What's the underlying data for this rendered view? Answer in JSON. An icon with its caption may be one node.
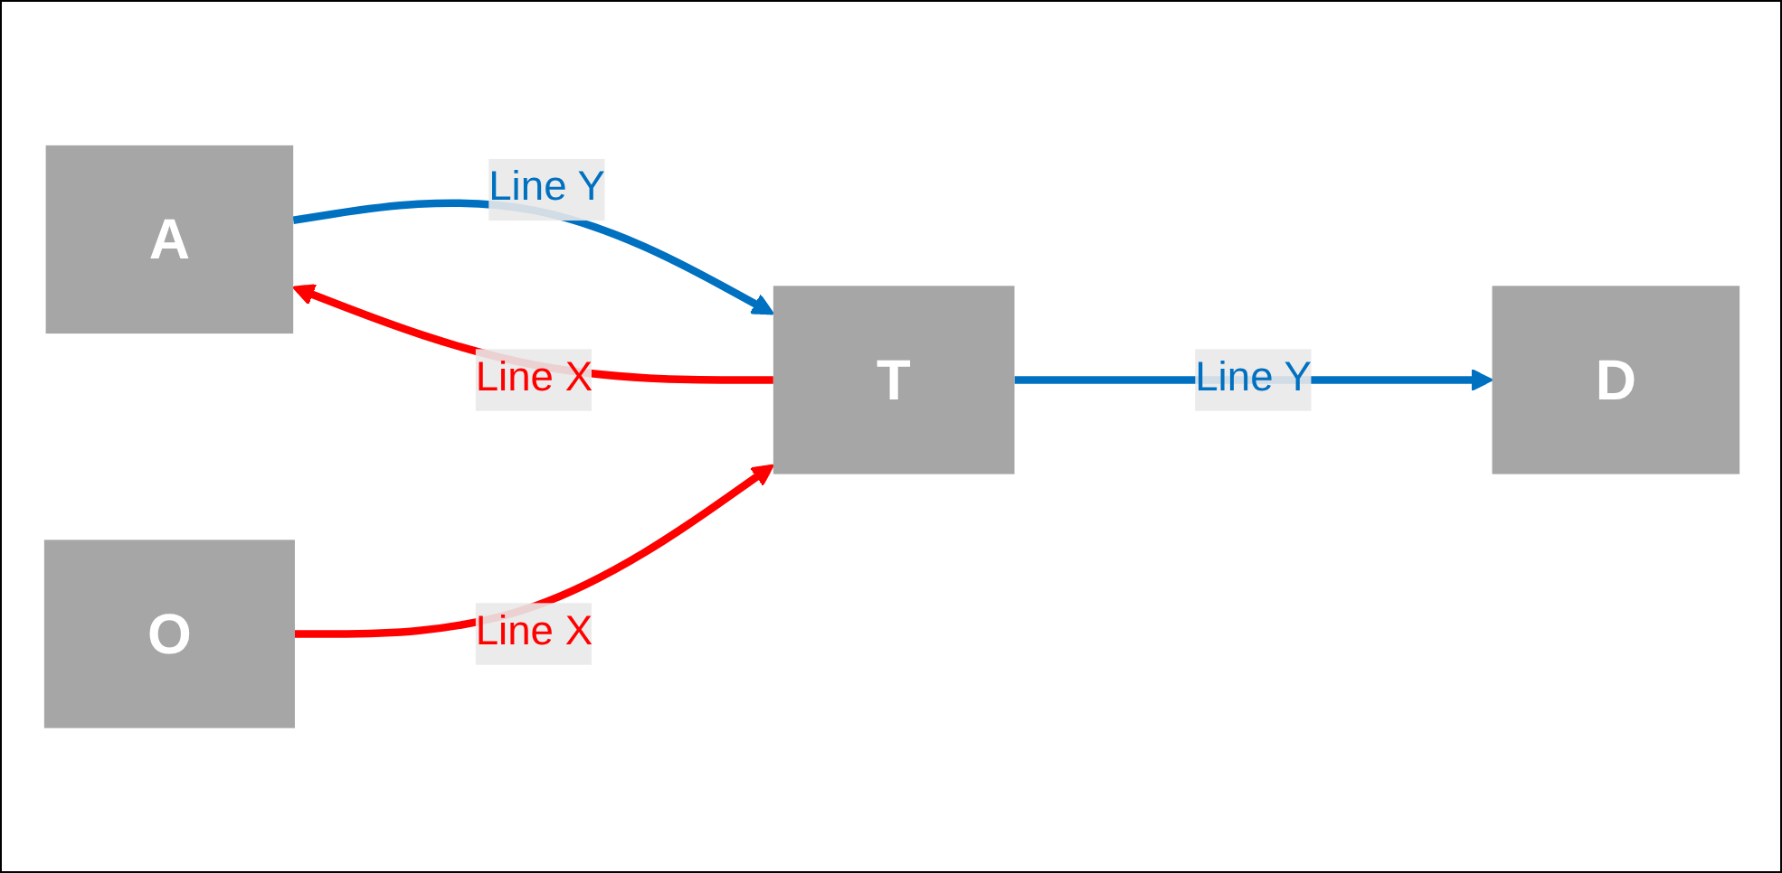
{
  "diagram": {
    "nodes": [
      {
        "text": [
          "D"
        ]
      },
      {
        "text": [
          "A"
        ]
      },
      {
        "text": [
          "T"
        ]
      },
      {
        "text": [
          "O"
        ]
      }
    ],
    "edges": [
      {
        "from": 1,
        "to": 2,
        "arrow": "to",
        "label": "Line Y",
        "color": "#0070c0"
      },
      {
        "from": 2,
        "to": 1,
        "arrow": "to",
        "label": "Line X",
        "color": "#ff0000"
      },
      {
        "from": 3,
        "to": 2,
        "arrow": "to",
        "label": "Line X",
        "color": "#ff0000"
      },
      {
        "from": 2,
        "to": 0,
        "arrow": "to",
        "label": "Line Y",
        "color": "#0070c0"
      }
    ]
  }
}
